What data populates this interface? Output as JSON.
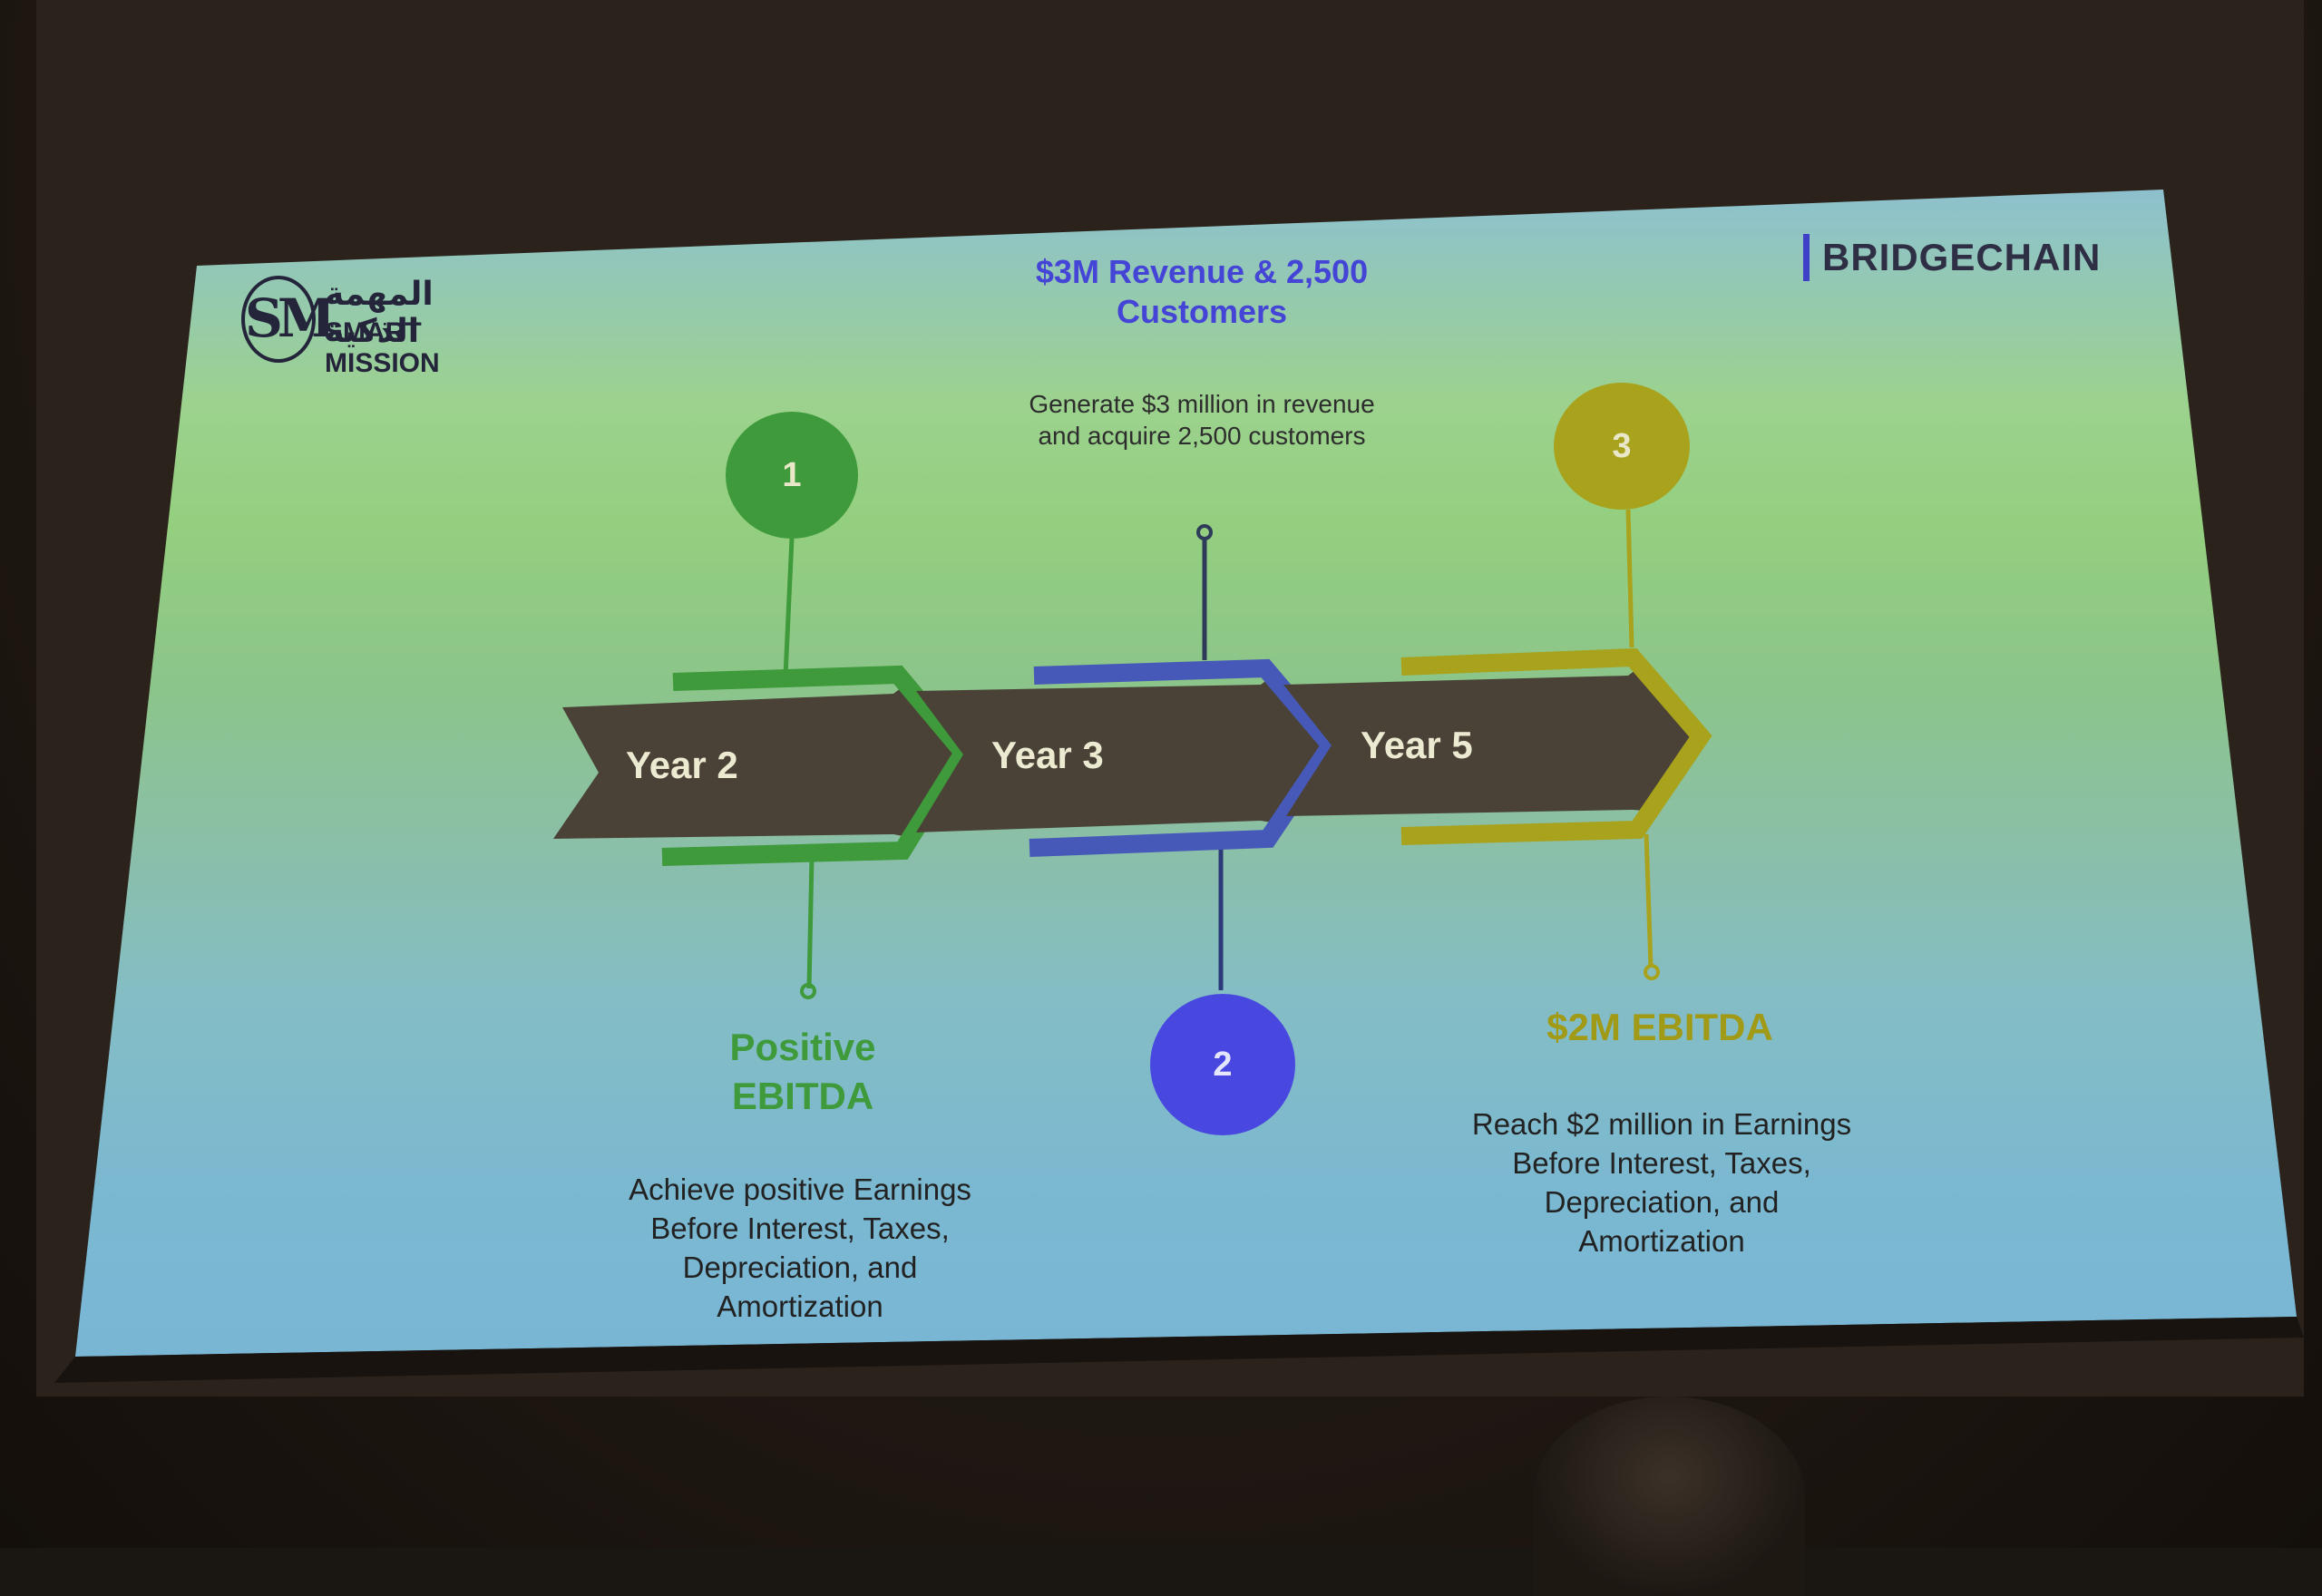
{
  "logos": {
    "left_arabic": "المهمة الذكية",
    "left_english": "SMART MISSION",
    "left_mark": "SM",
    "right": "BRIDGECHAIN"
  },
  "timeline": {
    "arrows": [
      {
        "label": "Year 2",
        "color": "#3e9a3a"
      },
      {
        "label": "Year 3",
        "color": "#4659b8"
      },
      {
        "label": "Year 5",
        "color": "#a8a21c"
      }
    ]
  },
  "milestones": [
    {
      "number": "1",
      "title": "Positive EBITDA",
      "description": "Achieve positive Earnings Before Interest, Taxes, Depreciation, and Amortization",
      "color": "#3e9a3a"
    },
    {
      "number": "2",
      "title": "$3M Revenue & 2,500 Customers",
      "description": "Generate $3 million in revenue and acquire 2,500 customers",
      "color": "#4848e0"
    },
    {
      "number": "3",
      "title": "$2M EBITDA",
      "description": "Reach $2 million in Earnings Before Interest, Taxes, Depreciation, and Amortization",
      "color": "#a8a21c"
    }
  ]
}
